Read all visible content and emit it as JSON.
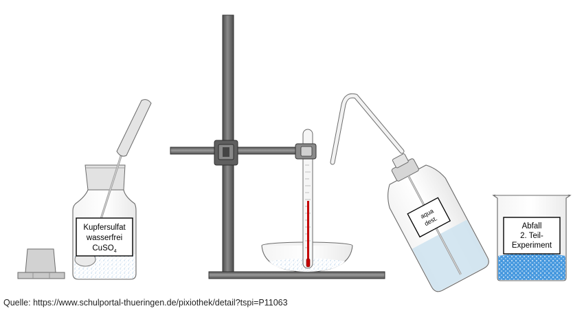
{
  "labels": {
    "jar": {
      "line1": "Kupfersulfat",
      "line2": "wasserfrei",
      "formula_main": "CuSO",
      "formula_sub": "4"
    },
    "wash_bottle": {
      "line1": "aqua",
      "line2": "dest."
    },
    "waste_beaker": {
      "line1": "Abfall",
      "line2": "2. Teil-",
      "line3": "Experiment"
    }
  },
  "caption": "Quelle: https://www.schulportal-thueringen.de/pixiothek/detail?tspi=P11063",
  "colors": {
    "liquid_blue": "#3a8fd6",
    "mercury_red": "#c40000",
    "rod_grey": "#6b6b6b",
    "clamp_grey": "#555555"
  }
}
